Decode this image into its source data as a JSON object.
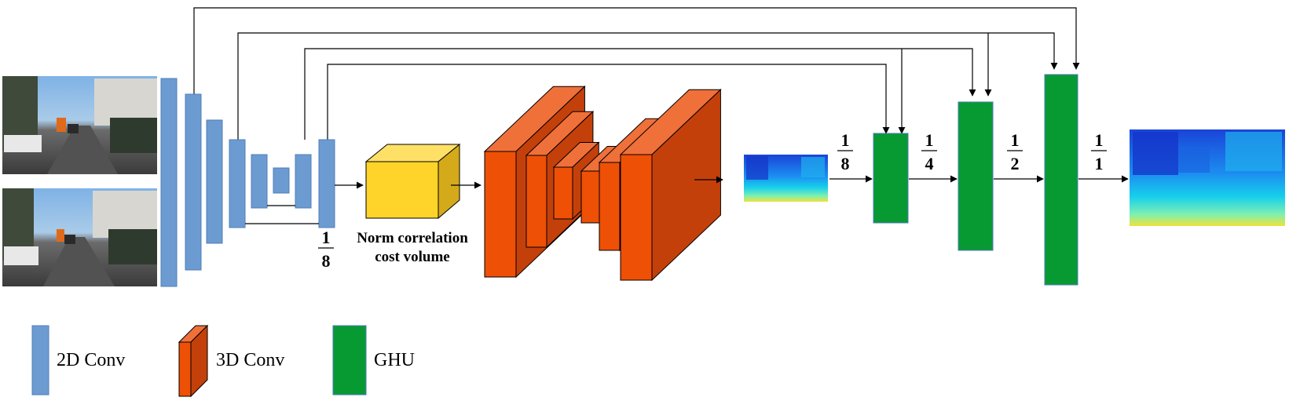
{
  "figure": {
    "input_images": [
      "stereo-left-image",
      "stereo-right-image"
    ],
    "encoder_scale_label": {
      "numerator": "1",
      "denominator": "8"
    },
    "cost_volume_label": [
      "Norm correlation",
      "cost volume"
    ],
    "ghu_stages": [
      {
        "numerator": "1",
        "denominator": "8"
      },
      {
        "numerator": "1",
        "denominator": "4"
      },
      {
        "numerator": "1",
        "denominator": "2"
      },
      {
        "numerator": "1",
        "denominator": "1"
      }
    ],
    "colors": {
      "conv2d": "#6c9bd1",
      "conv2d_stroke": "#4f7fb8",
      "conv3d_front": "#ee5006",
      "conv3d_top": "#f07039",
      "conv3d_side": "#c4400a",
      "cost_volume_front": "#ffd42a",
      "cost_volume_side": "#d4aa1a",
      "ghu": "#079a33"
    }
  },
  "legend": {
    "conv2d": "2D Conv",
    "conv3d": "3D Conv",
    "ghu": "GHU"
  }
}
